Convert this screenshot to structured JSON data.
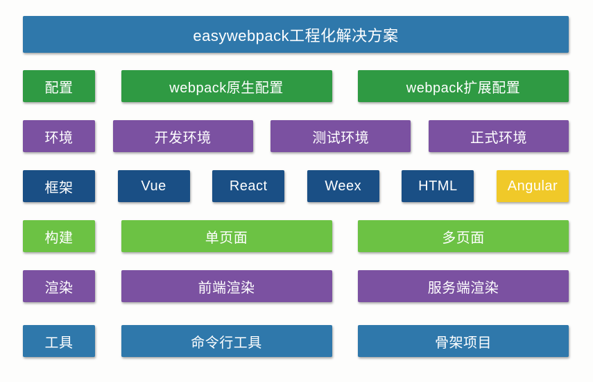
{
  "banner": {
    "label": "easywebpack工程化解决方案",
    "color": "#2f78ab"
  },
  "palette": {
    "blue": "#2f78ab",
    "green": "#2f9a43",
    "purple": "#7b51a1",
    "navy": "#1a4f85",
    "yellow": "#f0c929",
    "light_green": "#6cc244"
  },
  "rows": [
    {
      "id": "config",
      "color": "#2f9a43",
      "cells": [
        {
          "name": "config-label",
          "kind": "label",
          "label": "配置"
        },
        {
          "name": "webpack-native-config",
          "kind": "half",
          "label": "webpack原生配置"
        },
        {
          "name": "webpack-extend-config",
          "kind": "half",
          "label": "webpack扩展配置"
        }
      ]
    },
    {
      "id": "environment",
      "color": "#7b51a1",
      "cells": [
        {
          "name": "environment-label",
          "kind": "label",
          "label": "环境"
        },
        {
          "name": "dev-environment",
          "kind": "third",
          "label": "开发环境"
        },
        {
          "name": "test-environment",
          "kind": "third",
          "label": "测试环境"
        },
        {
          "name": "prod-environment",
          "kind": "third",
          "label": "正式环境"
        }
      ]
    },
    {
      "id": "framework",
      "color": "#1a4f85",
      "cells": [
        {
          "name": "framework-label",
          "kind": "label",
          "label": "框架"
        },
        {
          "name": "framework-vue",
          "kind": "unit",
          "label": "Vue"
        },
        {
          "name": "framework-react",
          "kind": "unit",
          "label": "React"
        },
        {
          "name": "framework-weex",
          "kind": "unit",
          "label": "Weex"
        },
        {
          "name": "framework-html",
          "kind": "unit",
          "label": "HTML"
        },
        {
          "name": "framework-angular",
          "kind": "unit",
          "label": "Angular",
          "color": "#f0c929"
        }
      ]
    },
    {
      "id": "build",
      "color": "#6cc244",
      "cells": [
        {
          "name": "build-label",
          "kind": "label",
          "label": "构建"
        },
        {
          "name": "single-page-app",
          "kind": "half",
          "label": "单页面"
        },
        {
          "name": "multi-page-app",
          "kind": "half",
          "label": "多页面"
        }
      ]
    },
    {
      "id": "render",
      "color": "#7b51a1",
      "cells": [
        {
          "name": "render-label",
          "kind": "label",
          "label": "渲染"
        },
        {
          "name": "client-side-render",
          "kind": "half",
          "label": "前端渲染"
        },
        {
          "name": "server-side-render",
          "kind": "half",
          "label": "服务端渲染"
        }
      ]
    },
    {
      "id": "tools",
      "color": "#2f78ab",
      "cells": [
        {
          "name": "tools-label",
          "kind": "label",
          "label": "工具"
        },
        {
          "name": "cli-tool",
          "kind": "half",
          "label": "命令行工具"
        },
        {
          "name": "boilerplate-project",
          "kind": "half",
          "label": "骨架项目"
        }
      ]
    }
  ]
}
